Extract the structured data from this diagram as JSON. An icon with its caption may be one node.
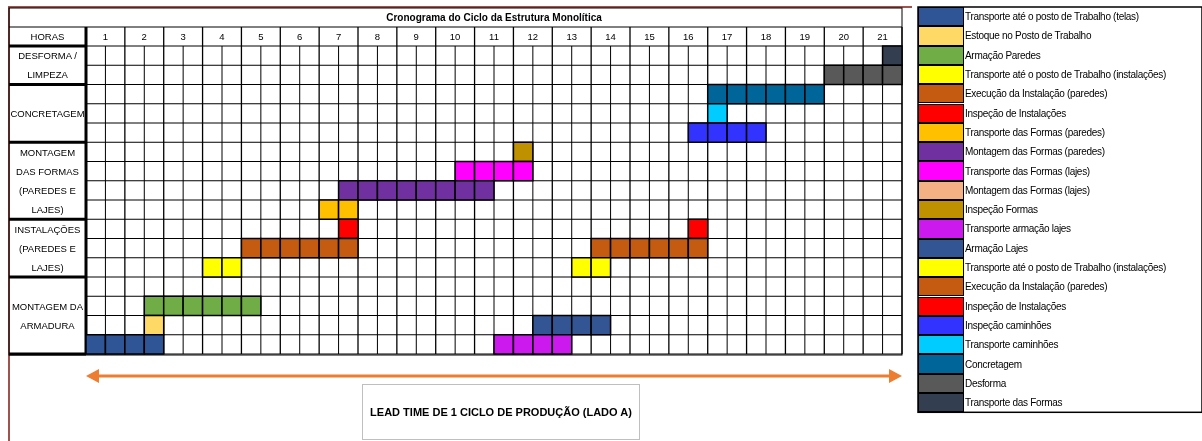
{
  "diagram": {
    "title": "Cronograma do Ciclo da Estrutura Monolítica",
    "nodes": [
      {
        "text": [
          "LEAD TIME DE 1 CICLO DE PRODUÇÃO (LADO A)"
        ]
      }
    ],
    "edges": [],
    "labels": [
      "HORAS",
      "1",
      "2",
      "3",
      "4",
      "5",
      "6",
      "7",
      "8",
      "9",
      "10",
      "11",
      "12",
      "13",
      "14",
      "15",
      "16",
      "17",
      "18",
      "19",
      "20",
      "21",
      "DESFORMA / LIMPEZA",
      "CONCRETAGEM",
      "MONTAGEM DAS FORMAS (PAREDES E LAJES)",
      "INSTALAÇÕES (PAREDES E LAJES)",
      "MONTAGEM DA ARMADURA"
    ],
    "legend": [
      {
        "text": "Transporte até o posto de Trabalho (telas)",
        "color": "#2f5597"
      },
      {
        "text": "Estoque no Posto de Trabalho",
        "color": "#ffd966"
      },
      {
        "text": "Armação Paredes",
        "color": "#70ad47"
      },
      {
        "text": "Transporte até o posto de Trabalho (instalações)",
        "color": "#ffff00"
      },
      {
        "text": "Execução da Instalação (paredes)",
        "color": "#c55a11"
      },
      {
        "text": "Inspeção de Instalações",
        "color": "#ff0000"
      },
      {
        "text": "Transporte das Formas (paredes)",
        "color": "#ffc000"
      },
      {
        "text": "Montagem das Formas (paredes)",
        "color": "#7030a0"
      },
      {
        "text": "Transporte das Formas (lajes)",
        "color": "#ff00ff"
      },
      {
        "text": "Montagem das Formas (lajes)",
        "color": "#f4b183"
      },
      {
        "text": "Inspeção Formas",
        "color": "#bf9000"
      },
      {
        "text": "Transporte armação lajes",
        "color": "#cc19ee"
      },
      {
        "text": "Armação Lajes",
        "color": "#335593"
      },
      {
        "text": "Transporte até o posto de Trabalho (instalações)",
        "color": "#ffff00"
      },
      {
        "text": "Execução da Instalação (paredes)",
        "color": "#c55a11"
      },
      {
        "text": "Inspeção de Instalações",
        "color": "#ff0000"
      },
      {
        "text": "Inspeção caminhões",
        "color": "#3333ff"
      },
      {
        "text": "Transporte caminhões",
        "color": "#00ccff"
      },
      {
        "text": "Concretagem",
        "color": "#006699"
      },
      {
        "text": "Desforma",
        "color": "#595959"
      },
      {
        "text": "Transporte das Formas",
        "color": "#333f50"
      }
    ]
  }
}
